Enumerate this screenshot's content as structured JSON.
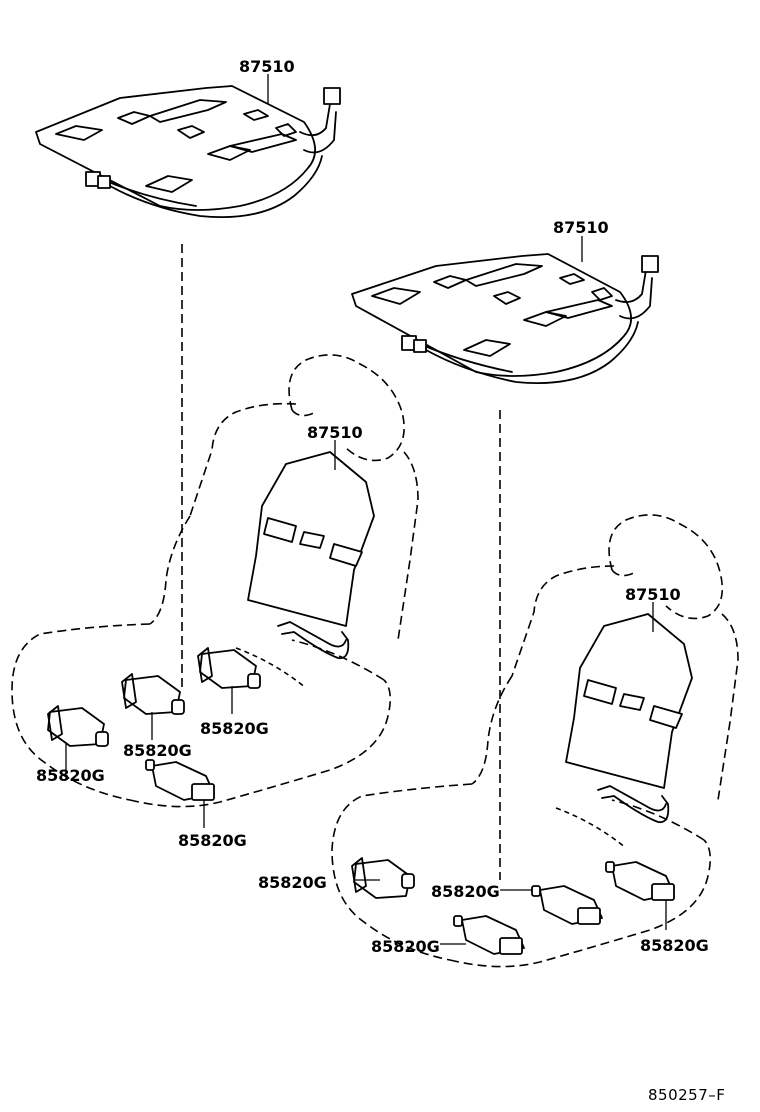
{
  "diagram": {
    "labels": {
      "heater_cushion_left": "87510",
      "heater_cushion_right": "87510",
      "heater_back_left": "87510",
      "heater_back_right": "87510",
      "switch_l1": "85820G",
      "switch_l2": "85820G",
      "switch_l3": "85820G",
      "switch_l4": "85820G",
      "switch_r1": "85820G",
      "switch_r2": "85820G",
      "switch_r3": "85820G",
      "switch_r4": "85820G"
    },
    "reference_code": "850257–F"
  }
}
